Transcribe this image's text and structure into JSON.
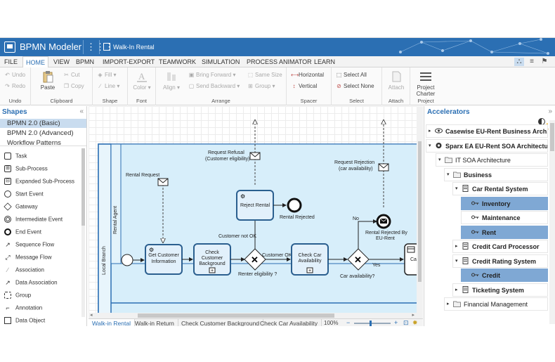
{
  "app": {
    "title": "BPMN Modeler",
    "document": "Walk-In Rental"
  },
  "menu": [
    "FILE",
    "HOME",
    "VIEW",
    "BPMN",
    "IMPORT-EXPORT",
    "TEAMWORK",
    "SIMULATION",
    "PROCESS ANIMATOR",
    "LEARN"
  ],
  "menu_active": "HOME",
  "ribbon": {
    "undo": {
      "undo": "Undo",
      "redo": "Redo",
      "label": "Undo"
    },
    "clipboard": {
      "paste": "Paste",
      "cut": "Cut",
      "copy": "Copy",
      "label": "Clipboard"
    },
    "shape": {
      "fill": "Fill",
      "line": "Line",
      "label": "Shape"
    },
    "font": {
      "color": "Color",
      "label": "Font"
    },
    "arrange": {
      "align": "Align",
      "bring_forward": "Bring Forward",
      "send_backward": "Send Backward",
      "same_size": "Same Size",
      "group": "Group",
      "label": "Arrange"
    },
    "spacer": {
      "horizontal": "Horizontal",
      "vertical": "Vertical",
      "label": "Spacer"
    },
    "select": {
      "select_all": "Select All",
      "select_none": "Select None",
      "label": "Select"
    },
    "attach": {
      "attach": "Attach",
      "label": "Attach"
    },
    "project": {
      "charter1": "Project",
      "charter2": "Charter",
      "label": "Project"
    }
  },
  "shapes_panel": {
    "title": "Shapes",
    "libraries": [
      "BPMN 2.0 (Basic)",
      "BPMN 2.0 (Advanced)",
      "Workflow Patterns"
    ],
    "selected_library": "BPMN 2.0 (Basic)",
    "tools": [
      "Task",
      "Sub-Process",
      "Expanded Sub-Process",
      "Start Event",
      "Gateway",
      "Intermediate Event",
      "End Event",
      "Sequence Flow",
      "Message Flow",
      "Association",
      "Data Association",
      "Group",
      "Annotation",
      "Data Object"
    ]
  },
  "diagram": {
    "pool": "Local Branch",
    "lane": "Rental Agent",
    "tasks": {
      "get_info_1": "Get Customer",
      "get_info_2": "Information",
      "check_bg_1": "Check",
      "check_bg_2": "Customer",
      "check_bg_3": "Background",
      "check_car_1": "Check Car",
      "check_car_2": "Availability",
      "reject": "Reject Rental",
      "partial": "Ca"
    },
    "labels": {
      "rental_request": "Rental Request",
      "request_refusal_1": "Request Refusal",
      "request_refusal_2": "(Customer eligibility)",
      "request_rejection_1": "Request Rejection",
      "request_rejection_2": "(car availability)",
      "customer_not_ok": "Customer not OK",
      "customer_ok": "Customer OK",
      "renter_eligibility": "Renter eligibility ?",
      "car_availability": "Car availability?",
      "rental_rejected": "Rental Rejected",
      "rejected_by_1": "Rental Rejected By",
      "rejected_by_2": "EU-Rent",
      "no": "No",
      "yes": "Yes"
    }
  },
  "tabs": [
    "Walk-in Rental",
    "Walk-in Return",
    "Check Customer Background",
    "Check Car Availability"
  ],
  "active_tab": "Walk-in Rental",
  "zoom": "100%",
  "accelerators": {
    "title": "Accelerators",
    "tree": [
      {
        "label": "Casewise EU-Rent Business Arch...",
        "bold": true,
        "arrow": "▸",
        "icon": "eye"
      },
      {
        "label": "Sparx EA EU-Rent SOA Architectu...",
        "bold": true,
        "arrow": "▾",
        "icon": "gear"
      },
      {
        "label": "IT SOA Architecture",
        "bold": false,
        "arrow": "▾",
        "icon": "folder"
      },
      {
        "label": "Business",
        "bold": true,
        "arrow": "▾",
        "icon": "folder"
      },
      {
        "label": "Car Rental System",
        "bold": true,
        "arrow": "▾",
        "icon": "server"
      },
      {
        "label": "Inventory",
        "bold": true,
        "arrow": "",
        "icon": "key",
        "selected": true
      },
      {
        "label": "Maintenance",
        "bold": true,
        "arrow": "",
        "icon": "key"
      },
      {
        "label": "Rent",
        "bold": true,
        "arrow": "",
        "icon": "key",
        "selected": true
      },
      {
        "label": "Credit Card Processor",
        "bold": true,
        "arrow": "▸",
        "icon": "server"
      },
      {
        "label": "Credit Rating System",
        "bold": true,
        "arrow": "▾",
        "icon": "server"
      },
      {
        "label": "Credit",
        "bold": true,
        "arrow": "",
        "icon": "key",
        "selected": true
      },
      {
        "label": "Ticketing System",
        "bold": true,
        "arrow": "▸",
        "icon": "server"
      },
      {
        "label": "Financial Management",
        "bold": false,
        "arrow": "▸",
        "icon": "folder"
      }
    ]
  },
  "colors": {
    "brand": "#2b6fb3",
    "lane": "#d7eefa",
    "task_border": "#2b5f8f",
    "selected_node": "#7fa8d4"
  }
}
